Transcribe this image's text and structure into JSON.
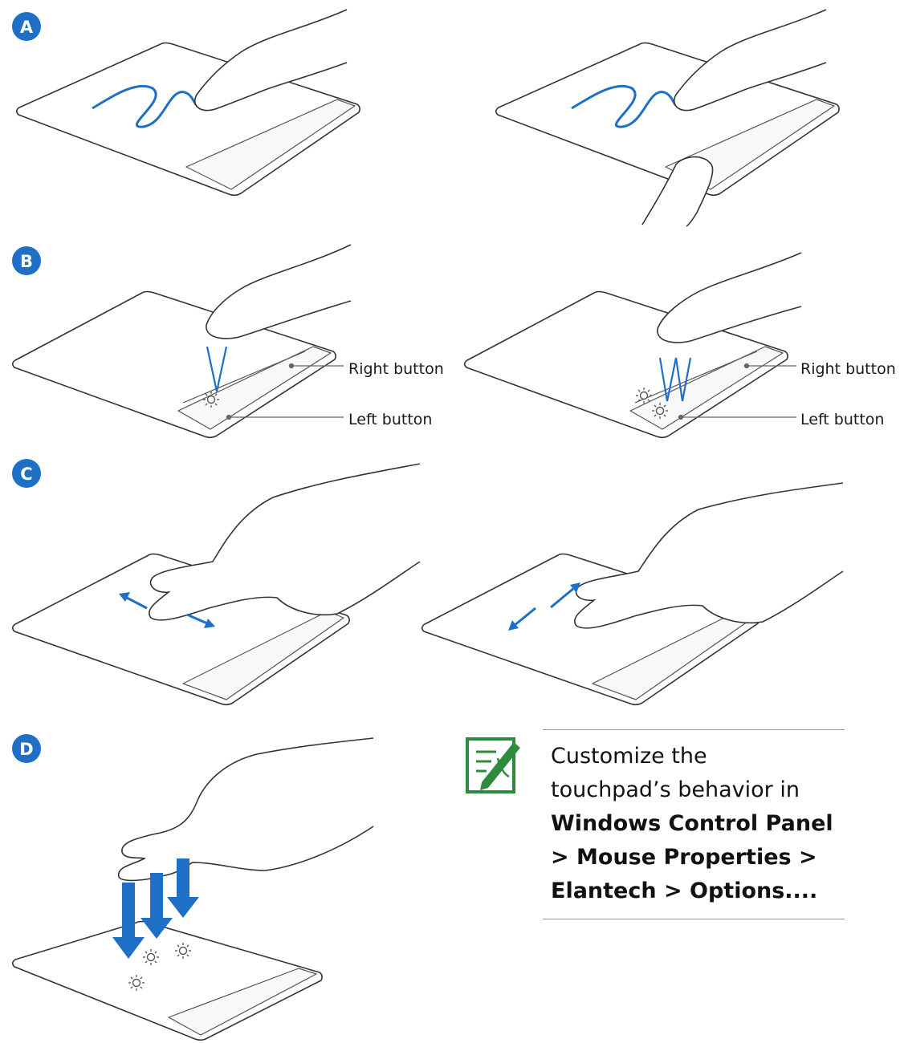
{
  "sections": {
    "a": {
      "letter": "A"
    },
    "b": {
      "letter": "B",
      "right_button": "Right button",
      "left_button": "Left button"
    },
    "c": {
      "letter": "C"
    },
    "d": {
      "letter": "D"
    }
  },
  "note": {
    "line1": "Customize the",
    "line2": "touchpad’s behavior in",
    "line3": "Windows Control Panel",
    "line4": "> Mouse Properties >",
    "line5": "Elantech > Options...."
  },
  "icons": {
    "badge": "circle-letter-badge",
    "note": "note-pencil-icon",
    "tap": "tap-sparkle-icon",
    "arrow": "direction-arrow-icon"
  },
  "colors": {
    "badge": "#1f6fc6",
    "gesture": "#1f6fc6",
    "note_icon": "#2e8b3e",
    "outline": "#333333"
  }
}
